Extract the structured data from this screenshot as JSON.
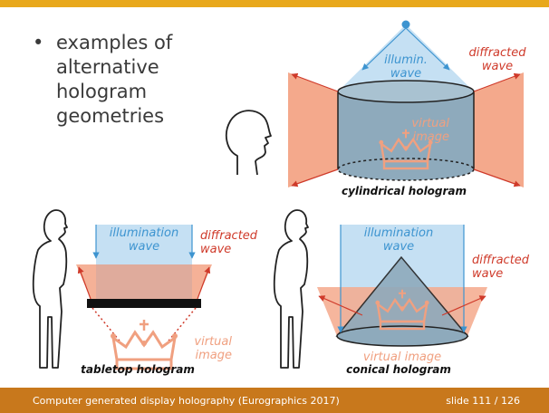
{
  "slide": {
    "bullet": "examples of alternative hologram geometries"
  },
  "cylindrical": {
    "illum_line1": "illumin.",
    "illum_line2": "wave",
    "diffracted_line1": "diffracted",
    "diffracted_line2": "wave",
    "virtual_line1": "virtual",
    "virtual_line2": "image",
    "caption": "cylindrical hologram"
  },
  "tabletop": {
    "illum_line1": "illumination",
    "illum_line2": "wave",
    "diffracted_line1": "diffracted",
    "diffracted_line2": "wave",
    "virtual_line1": "virtual",
    "virtual_line2": "image",
    "caption": "tabletop hologram"
  },
  "conical": {
    "illum_line1": "illumination",
    "illum_line2": "wave",
    "diffracted_line1": "diffracted",
    "diffracted_line2": "wave",
    "virtual_text": "virtual image",
    "caption": "conical hologram"
  },
  "footer": {
    "left": "Computer generated display holography (Eurographics 2017)",
    "right": "slide 111 / 126"
  },
  "colors": {
    "accent_bar": "#e8a81c",
    "footer_bg": "#c8781c",
    "illumination": "#3d94d0",
    "diffracted": "#cf3a2a",
    "peach": "#f0a080"
  }
}
